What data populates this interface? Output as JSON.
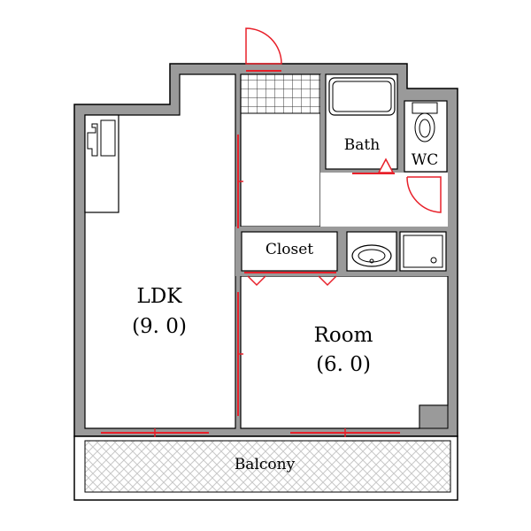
{
  "rooms": {
    "ldk": {
      "name": "LDK",
      "size": "(9. 0)"
    },
    "room": {
      "name": "Room",
      "size": "(6. 0)"
    },
    "bath": {
      "name": "Bath"
    },
    "wc": {
      "name": "WC"
    },
    "closet": {
      "name": "Closet"
    },
    "balcony": {
      "name": "Balcony"
    }
  },
  "colors": {
    "wall": "#9a9a9a",
    "line": "#000000",
    "opening": "#e8202a",
    "tile_line": "#333333",
    "hatch": "#c8c8c8"
  }
}
